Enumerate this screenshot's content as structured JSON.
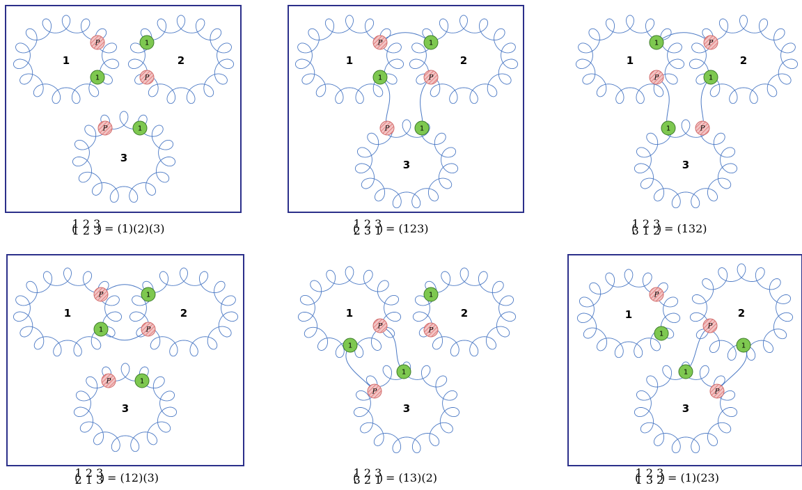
{
  "colors": {
    "frame": "#2b2f8a",
    "loop": "#4a78c4",
    "green": "#7ec850",
    "green_edge": "#3c7a2a",
    "pink": "#f2c4c4",
    "pink_edge": "#d06a6a",
    "hatch": "#d85a5a"
  },
  "labels": {
    "p": "P",
    "one": "1"
  },
  "panels": [
    {
      "id": "identity",
      "framed": true,
      "nodes": [
        "1",
        "2",
        "3"
      ],
      "caption": {
        "top": "1 2 3",
        "bottom": "1 2 3",
        "rhs": "= (1)(2)(3)"
      }
    },
    {
      "id": "cycle-123",
      "framed": true,
      "nodes": [
        "1",
        "2",
        "3"
      ],
      "caption": {
        "top": "1 2 3",
        "bottom": "2 3 1",
        "rhs": "= (123)"
      }
    },
    {
      "id": "cycle-132",
      "framed": false,
      "nodes": [
        "1",
        "2",
        "3"
      ],
      "caption": {
        "top": "1 2 3",
        "bottom": "3 1 2",
        "rhs": "= (132)"
      }
    },
    {
      "id": "swap-12",
      "framed": true,
      "nodes": [
        "1",
        "2",
        "3"
      ],
      "caption": {
        "top": "1 2 3",
        "bottom": "2 1 3",
        "rhs": "= (12)(3)"
      }
    },
    {
      "id": "swap-13",
      "framed": false,
      "nodes": [
        "1",
        "2",
        "3"
      ],
      "caption": {
        "top": "1 2 3",
        "bottom": "3 2 1",
        "rhs": "= (13)(2)"
      }
    },
    {
      "id": "swap-23",
      "framed": true,
      "nodes": [
        "1",
        "2",
        "3"
      ],
      "caption": {
        "top": "1 2 3",
        "bottom": "1 3 2",
        "rhs": "= (1)(23)"
      }
    }
  ]
}
